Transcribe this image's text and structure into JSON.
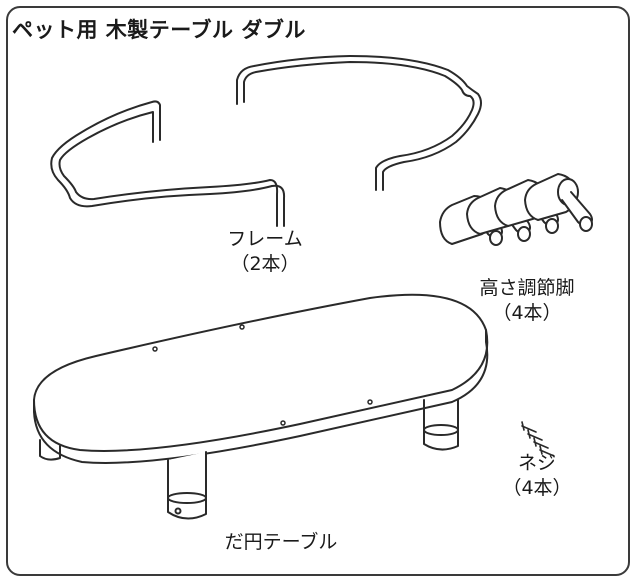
{
  "title": "ペット用 木製テーブル ダブル",
  "parts": {
    "frame": {
      "name": "フレーム",
      "qty": "（2本）"
    },
    "legs": {
      "name": "高さ調節脚",
      "qty": "（4本）"
    },
    "screws": {
      "name": "ネジ",
      "qty": "（4本）"
    },
    "table": {
      "name": "だ円テーブル"
    }
  },
  "colors": {
    "line": "#2a2a2a",
    "border": "#3a3a3a",
    "background": "#ffffff"
  }
}
